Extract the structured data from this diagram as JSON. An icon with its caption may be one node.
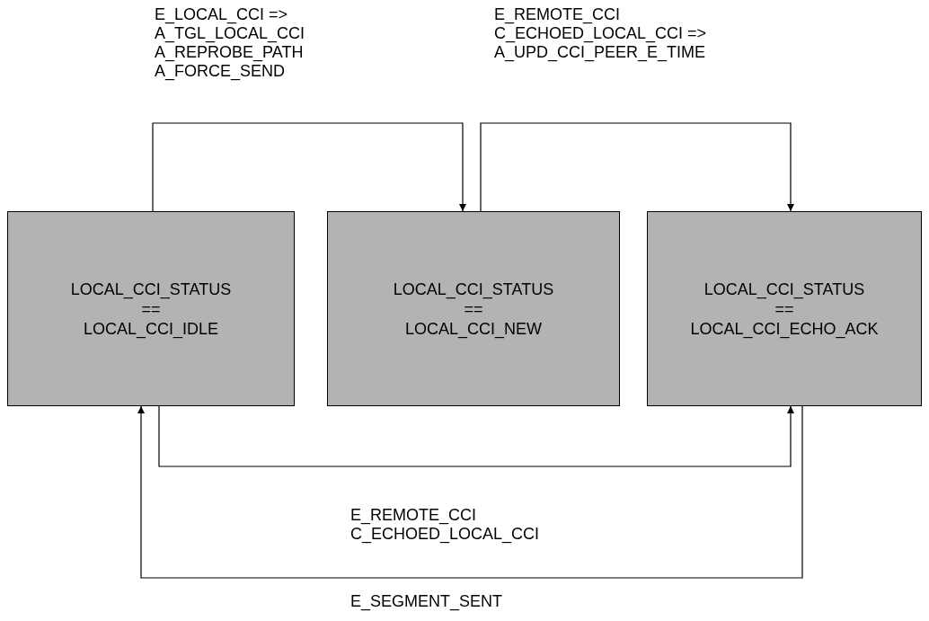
{
  "diagram": {
    "nodes": [
      {
        "text": [
          "LOCAL_CCI_STATUS == LOCAL_CCI_IDLE"
        ]
      },
      {
        "text": [
          "LOCAL_CCI_STATUS == LOCAL_CCI_NEW"
        ]
      },
      {
        "text": [
          "LOCAL_CCI_STATUS == LOCAL_CCI_ECHO_ACK"
        ]
      }
    ],
    "edges": [
      {
        "from": 0,
        "to": 1,
        "arrow": "to",
        "label": "E_LOCAL_CCI => A_TGL_LOCAL_CCI A_REPROBE_PATH A_FORCE_SEND"
      },
      {
        "from": 1,
        "to": 2,
        "arrow": "to",
        "label": "E_REMOTE_CCI C_ECHOED_LOCAL_CCI => A_UPD_CCI_PEER_E_TIME"
      },
      {
        "from": 0,
        "to": 2,
        "arrow": "to",
        "label": "E_REMOTE_CCI C_ECHOED_LOCAL_CCI"
      },
      {
        "from": 2,
        "to": 0,
        "arrow": "to",
        "label": "E_SEGMENT_SENT"
      }
    ]
  }
}
